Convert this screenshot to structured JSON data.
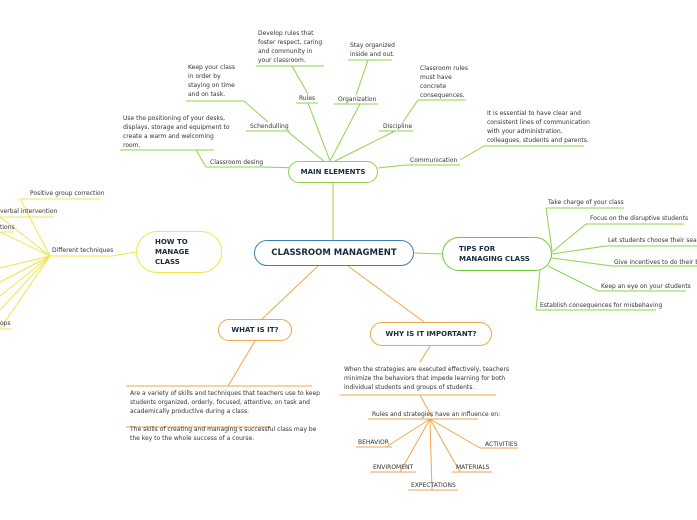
{
  "central": "CLASSROOM MANAGMENT",
  "main_elements": {
    "title": "MAIN ELEMENTS",
    "items": {
      "rules": "Rules",
      "rules_desc": "Develop rules that\nfoster respect, caring\nand community in\nyour classroom.",
      "organization": "Organization",
      "organization_desc": "Stay organized\ninside and out.",
      "discipline": "Discipline",
      "discipline_desc": "Classroom rules\nmust have\nconcrete\nconsequences.",
      "scheduling": "Schendulling",
      "scheduling_desc": "Keep your class\nin order by\nstaying on time\nand on task.",
      "design": "Classroom desing",
      "design_desc": "Use the positioning of your desks,\ndisplays, storage and equipment to\ncreate a warm and welcoming\nroom.",
      "communication": "Communication",
      "communication_desc": "It is essential to have clear and\nconsistent lines of communication\nwith your administration,\ncolleagues, students and parents."
    }
  },
  "tips": {
    "title": "TIPS FOR\nMANAGING CLASS",
    "items": [
      "Take charge of your class",
      "Focus on the disruptive students",
      "Let students choose their seats",
      "Give incentives to do their best",
      "Keep an eye on your students",
      "Establish consequences for misbehaving"
    ]
  },
  "howto": {
    "title": "HOW TO\nMANAGE\nCLASS",
    "items": {
      "positive": "Positive group correction",
      "nonverbal": "verbal intervention",
      "tions": "tions",
      "techniques": "Different techniques",
      "ops": "ops"
    }
  },
  "what": {
    "title": "WHAT IS IT?",
    "desc": "Are a variety of skills and techniques that teachers use to keep\nstudents organized, orderly, focused, attentive, on task and\nacademically productive during a class.\n\nThe skills of creating and managing s successful class may be\nthe key to the whole success of a course."
  },
  "why": {
    "title": "WHY IS IT IMPORTANT?",
    "desc": "When the strategies are executed effectively, teachers\nminimize the behaviors that impede learning for both\nindividual students and groups of students.",
    "influence": "Rules and strategies have an influence on:",
    "items": {
      "behavior": "BEHAVIOR",
      "activities": "ACTIVITIES",
      "environment": "ENVIROMENT",
      "materials": "MATERIALS",
      "expectations": "EXPECTATIONS"
    }
  },
  "colors": {
    "central": "#3b7fb6",
    "green": "#8cd44a",
    "yellow": "#f3e44a",
    "orange": "#f0a64a"
  }
}
